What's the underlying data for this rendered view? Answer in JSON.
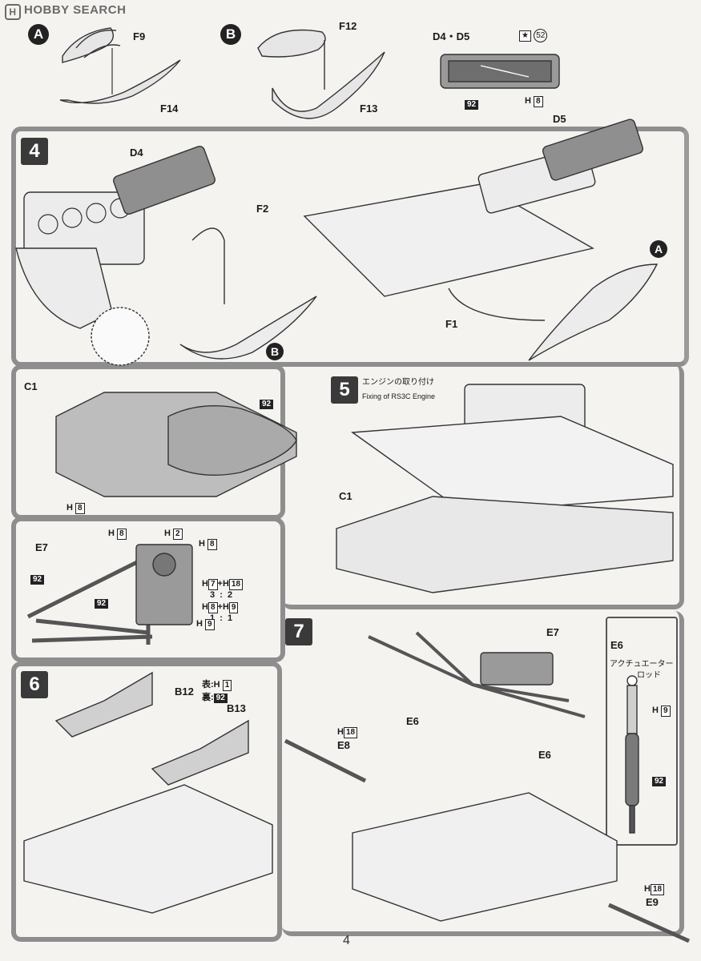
{
  "header": {
    "logo_mark": "H",
    "logo_text": "HOBBY SEARCH"
  },
  "top_row": {
    "A": {
      "marker": "A",
      "parts": [
        "F9",
        "F14"
      ]
    },
    "B": {
      "marker": "B",
      "parts": [
        "F12",
        "F13"
      ]
    },
    "D": {
      "title": "D4・D5",
      "star": "★",
      "decal_no": "52",
      "color1": "92",
      "color2_prefix": "H",
      "color2": "8"
    }
  },
  "step4": {
    "number": "4",
    "labels": {
      "d4": "D4",
      "f2": "F2",
      "d5": "D5",
      "f1": "F1",
      "a": "A",
      "b": "B"
    }
  },
  "c1": {
    "title": "C1",
    "color_black": "92",
    "color_prefix": "H",
    "color_num": "8"
  },
  "step5": {
    "number": "5",
    "title_jp": "エンジンの取り付け",
    "title_en": "Fixing of RS3C Engine",
    "c1": "C1"
  },
  "e7": {
    "title": "E7",
    "colors": {
      "h8a": "8",
      "h2": "2",
      "h8b": "8",
      "mix1_a": "7",
      "mix1_b": "18",
      "mix1_ratio_a": "3",
      "mix1_ratio_b": "2",
      "mix2_a": "8",
      "mix2_b": "9",
      "mix2_ratio_a": "1",
      "mix2_ratio_b": "1",
      "h9": "9",
      "black1": "92",
      "black2": "92"
    },
    "h": "H",
    "plus": "+",
    "colon": ":"
  },
  "step6": {
    "number": "6",
    "b12": "B12",
    "b13": "B13",
    "front_label": "表:",
    "back_label": "裏:",
    "front_color_prefix": "H",
    "front_color": "1",
    "back_color": "92"
  },
  "step7": {
    "number": "7",
    "labels": {
      "e7": "E7",
      "e6a": "E6",
      "e6b": "E6",
      "e8": "E8",
      "e9": "E9",
      "h18a_prefix": "H",
      "h18a": "18",
      "h18b_prefix": "H",
      "h18b": "18"
    }
  },
  "e6_panel": {
    "title": "E6",
    "desc_line1": "アクチュエーター",
    "desc_line2": "ロッド",
    "color_prefix": "H",
    "color": "9",
    "black": "92"
  },
  "page_number": "4"
}
